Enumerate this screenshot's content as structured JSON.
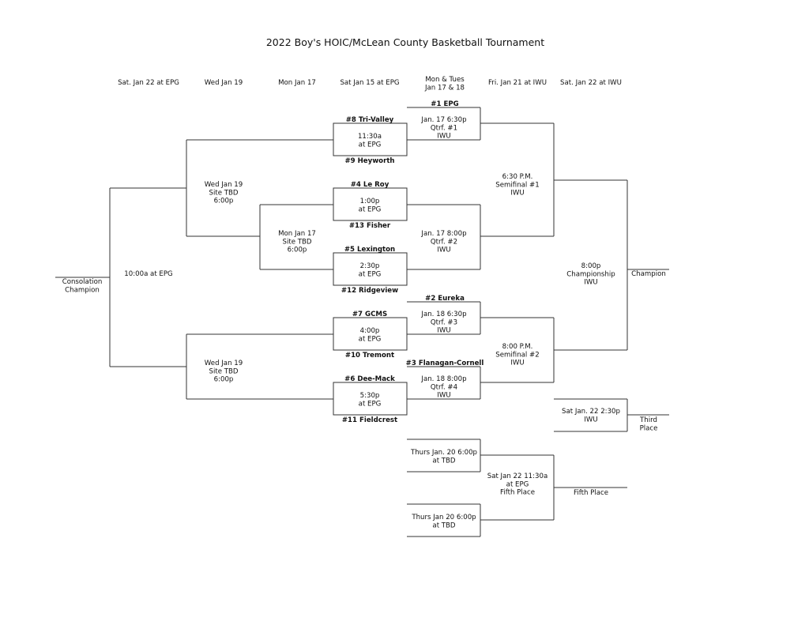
{
  "title": "2022 Boy's HOIC/McLean County Basketball Tournament",
  "columns": [
    "Sat. Jan 22 at EPG",
    "Wed Jan 19",
    "Mon Jan 17",
    "Sat Jan 15 at EPG",
    "Mon & Tues\nJan 17 & 18",
    "Fri. Jan 21 at IWU",
    "Sat. Jan 22 at IWU"
  ],
  "teams": {
    "t1": "#1 EPG",
    "t2": "#2 Eureka",
    "t3": "#3 Flanagan-Cornell",
    "t4": "#4 Le Roy",
    "t5": "#5 Lexington",
    "t6": "#6 Dee-Mack",
    "t7": "#7 GCMS",
    "t8": "#8 Tri-Valley",
    "t9": "#9 Heyworth",
    "t10": "#10 Tremont",
    "t11": "#11 Fieldcrest",
    "t12": "#12 Ridgeview",
    "t13": "#13 Fisher"
  },
  "games": {
    "r1_8_9": "11:30a\nat EPG",
    "r1_4_13": "1:00p\nat EPG",
    "r1_5_12": "2:30p\nat EPG",
    "r1_7_10": "4:00p\nat EPG",
    "r1_6_11": "5:30p\nat EPG",
    "qf1": "Jan. 17  6:30p\nQtrf. #1\nIWU",
    "qf2": "Jan. 17  8:00p\nQtrf. #2\nIWU",
    "qf3": "Jan. 18  6:30p\nQtrf. #3\nIWU",
    "qf4": "Jan. 18  8:00p\nQtrf. #4\nIWU",
    "sf1": "6:30 P.M.\nSemifinal #1\nIWU",
    "sf2": "8:00 P.M.\nSemifinal #2\nIWU",
    "champ_game": "8:00p\nChampionship\nIWU",
    "champion": "Champion",
    "third_game": "Sat Jan. 22  2:30p\nIWU",
    "third_place": "Third\nPlace",
    "fifth_a": "Thurs Jan. 20  6:00p\nat TBD",
    "fifth_b": "Thurs Jan 20 6:00p\nat TBD",
    "fifth_game": "Sat Jan 22 11:30a\nat EPG\nFifth Place",
    "fifth_place": "Fifth Place",
    "cons_mon": "Mon Jan 17\nSite TBD\n6:00p",
    "cons_wed_top": "Wed Jan 19\nSite TBD\n6:00p",
    "cons_wed_bot": "Wed Jan 19\nSite TBD\n6:00p",
    "cons_final": "10:00a at EPG",
    "cons_champion": "Consolation\nChampion"
  }
}
